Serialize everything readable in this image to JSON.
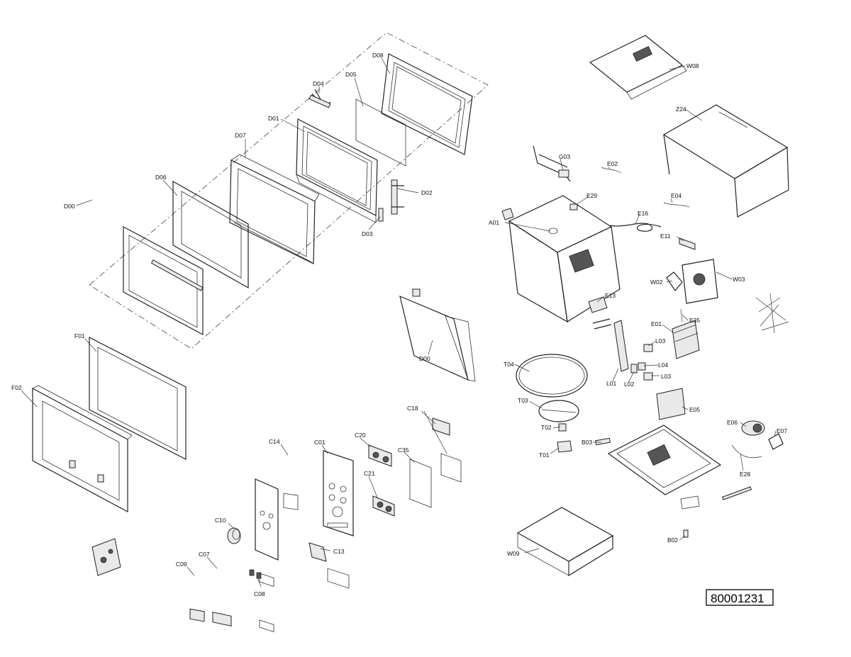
{
  "document_number": "80001231",
  "labels": {
    "D00": "D00",
    "D01": "D01",
    "D02": "D02",
    "D03": "D03",
    "D04": "D04",
    "D05": "D05",
    "D06": "D06",
    "D07": "D07",
    "D08": "D08",
    "F01": "F01",
    "F02": "F02",
    "C01": "C01",
    "C07": "C07",
    "C08": "C08",
    "C09": "C09",
    "C10": "C10",
    "C13": "C13",
    "C14": "C14",
    "C18": "C18",
    "C20": "C20",
    "C21": "C21",
    "C35": "C35",
    "W08": "W08",
    "Z24": "Z24",
    "G03": "G03",
    "E02": "E02",
    "E04": "E04",
    "E29": "E29",
    "E16": "E16",
    "A01": "A01",
    "E11": "E11",
    "W02": "W02",
    "W03": "W03",
    "E13": "E13",
    "E35": "E35",
    "E01": "E01",
    "L03": "L03",
    "L04": "L04",
    "L01": "L01",
    "L02": "L02",
    "T04": "T04",
    "T03": "T03",
    "T02": "T02",
    "T01": "T01",
    "E05": "E05",
    "B03": "B03",
    "E06": "E06",
    "E07": "E07",
    "E28": "E28",
    "W09": "W09",
    "B02": "B02"
  }
}
